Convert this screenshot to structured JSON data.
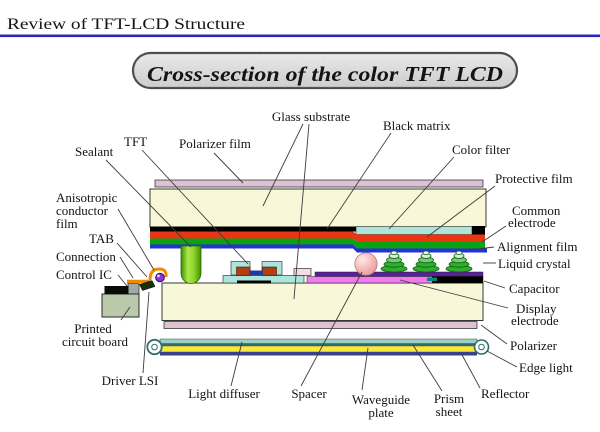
{
  "header": {
    "title": "Review of TFT-LCD Structure"
  },
  "banner": {
    "title": "Cross-section of the color TFT LCD"
  },
  "labels": {
    "glass_substrate": "Glass substrate",
    "black_matrix": "Black matrix",
    "color_filter": "Color filter",
    "sealant": "Sealant",
    "tft": "TFT",
    "polarizer_film": "Polarizer film",
    "protective_film": "Protective film",
    "common_electrode_1": "Common",
    "common_electrode_2": "electrode",
    "alignment_film": "Alignment film",
    "liquid_crystal": "Liquid crystal",
    "capacitor": "Capacitor",
    "display_electrode_1": "Display",
    "display_electrode_2": "electrode",
    "polarizer": "Polarizer",
    "edge_light": "Edge light",
    "reflector": "Reflector",
    "prism_sheet_1": "Prism",
    "prism_sheet_2": "sheet",
    "waveguide_plate_1": "Waveguide",
    "waveguide_plate_2": "plate",
    "spacer": "Spacer",
    "light_diffuser": "Light diffuser",
    "driver_lsi": "Driver LSI",
    "pcb_1": "Printed",
    "pcb_2": "circuit board",
    "anisotropic_1": "Anisotropic",
    "anisotropic_2": "conductor",
    "anisotropic_3": "film",
    "tab": "TAB",
    "connection": "Connection",
    "control_ic": "Control IC"
  },
  "colors": {
    "title_red": "#d63a24",
    "rule_blue": "#2929c0",
    "banner_text_blue": "#2a35c0",
    "glass_yellow": "#f8f8d8",
    "polarizer_pink": "#ddc2d2",
    "color_filter_cyan": "#ace5da",
    "protective_red": "#e93511",
    "electrode_green": "#0aa212",
    "alignment_blue": "#2431d8",
    "black_matrix": "#000000",
    "sealant_green": "#7ed32c",
    "display_magenta": "#ef7bef",
    "lower_align_purple": "#5b1f9e",
    "waveguide_yellow": "#f7ea3a",
    "reflector_navy": "#3a3f8f",
    "diffuser_teal": "#9fcfc9",
    "prism_teal_dark": "#2e6e68",
    "spacer_pink": "#f2b4b4",
    "lc_green": "#2eae2e",
    "tab_orange": "#f08a00",
    "pcb_green": "#b9c9a9"
  }
}
